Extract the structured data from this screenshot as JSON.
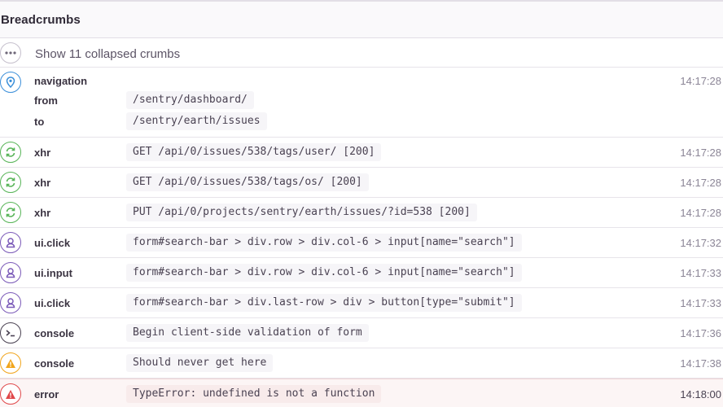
{
  "header": {
    "title": "Breadcrumbs"
  },
  "collapsed": {
    "label": "Show 11 collapsed crumbs",
    "icon": "ellipsis-icon"
  },
  "colors": {
    "navigation": "#3b8fd9",
    "xhr": "#57b457",
    "ui": "#7b5ab8",
    "console": "#4a4252",
    "warning": "#f1a51c",
    "error": "#e0484a"
  },
  "crumbs": [
    {
      "type": "navigation",
      "category": "navigation",
      "icon": "location-pin-icon",
      "from_label": "from",
      "from": "/sentry/dashboard/",
      "to_label": "to",
      "to": "/sentry/earth/issues",
      "time": "14:17:28"
    },
    {
      "type": "xhr",
      "category": "xhr",
      "icon": "refresh-icon",
      "message": "GET /api/0/issues/538/tags/user/ [200]",
      "time": "14:17:28"
    },
    {
      "type": "xhr",
      "category": "xhr",
      "icon": "refresh-icon",
      "message": "GET /api/0/issues/538/tags/os/ [200]",
      "time": "14:17:28"
    },
    {
      "type": "xhr",
      "category": "xhr",
      "icon": "refresh-icon",
      "message": "PUT /api/0/projects/sentry/earth/issues/?id=538 [200]",
      "time": "14:17:28"
    },
    {
      "type": "ui",
      "category": "ui.click",
      "icon": "user-icon",
      "message": "form#search-bar > div.row > div.col-6 > input[name=\"search\"]",
      "time": "14:17:32"
    },
    {
      "type": "ui",
      "category": "ui.input",
      "icon": "user-icon",
      "message": "form#search-bar > div.row > div.col-6 > input[name=\"search\"]",
      "time": "14:17:33"
    },
    {
      "type": "ui",
      "category": "ui.click",
      "icon": "user-icon",
      "message": "form#search-bar > div.last-row > div > button[type=\"submit\"]",
      "time": "14:17:33"
    },
    {
      "type": "console",
      "category": "console",
      "icon": "terminal-icon",
      "message": "Begin client-side validation of form",
      "time": "14:17:36"
    },
    {
      "type": "warning",
      "category": "console",
      "icon": "warning-icon",
      "message": "Should never get here",
      "time": "14:17:38"
    },
    {
      "type": "error",
      "category": "error",
      "icon": "error-icon",
      "message": "TypeError: undefined is not a function",
      "time": "14:18:00"
    }
  ]
}
